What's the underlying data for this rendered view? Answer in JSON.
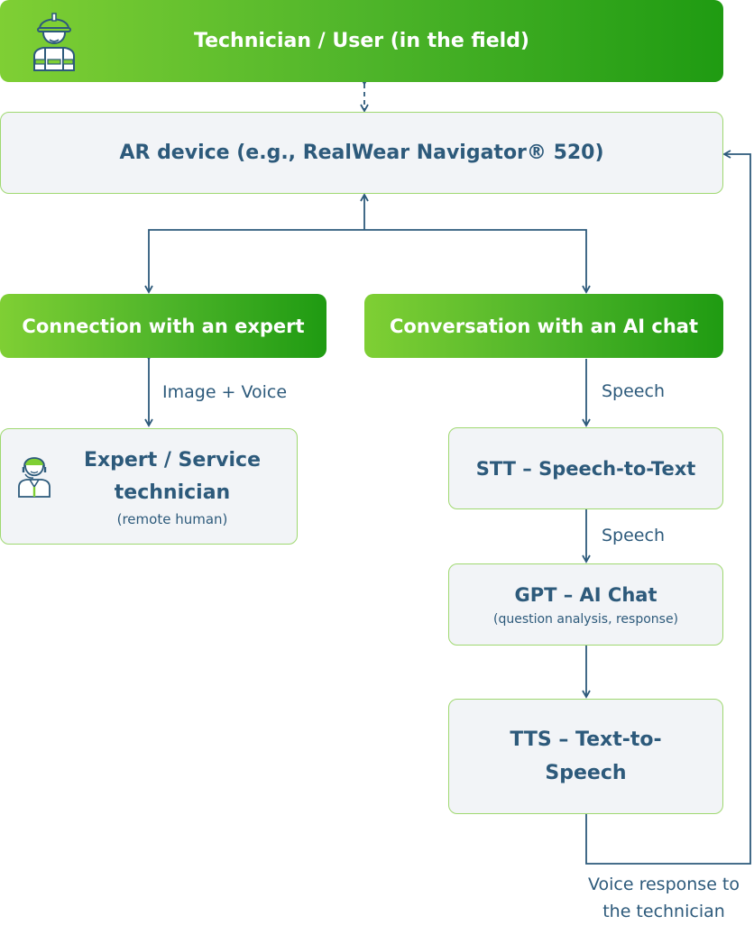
{
  "nodes": {
    "technician": {
      "title": "Technician / User (in the field)",
      "icon": "technician-icon"
    },
    "ar_device": {
      "title": "AR device (e.g., RealWear Navigator® 520)"
    },
    "expert_connection": {
      "title": "Connection with an expert"
    },
    "ai_conversation": {
      "title": "Conversation with an AI chat"
    },
    "expert": {
      "title_line1": "Expert / Service",
      "title_line2": "technician",
      "subtitle": "(remote human)",
      "icon": "expert-icon"
    },
    "stt": {
      "title": "STT – Speech-to-Text"
    },
    "gpt": {
      "title": "GPT – AI Chat",
      "subtitle": "(question analysis, response)"
    },
    "tts": {
      "title_line1": "TTS – Text-to-",
      "title_line2": "Speech"
    }
  },
  "edges": {
    "image_voice": "Image + Voice",
    "speech_1": "Speech",
    "speech_2": "Speech",
    "voice_response_line1": "Voice response to",
    "voice_response_line2": "the technician"
  },
  "colors": {
    "green_start": "#7fcf34",
    "green_end": "#1f9b12",
    "text": "#2d5a7b",
    "box_fill": "#f2f4f7",
    "box_border": "#9fd870"
  }
}
